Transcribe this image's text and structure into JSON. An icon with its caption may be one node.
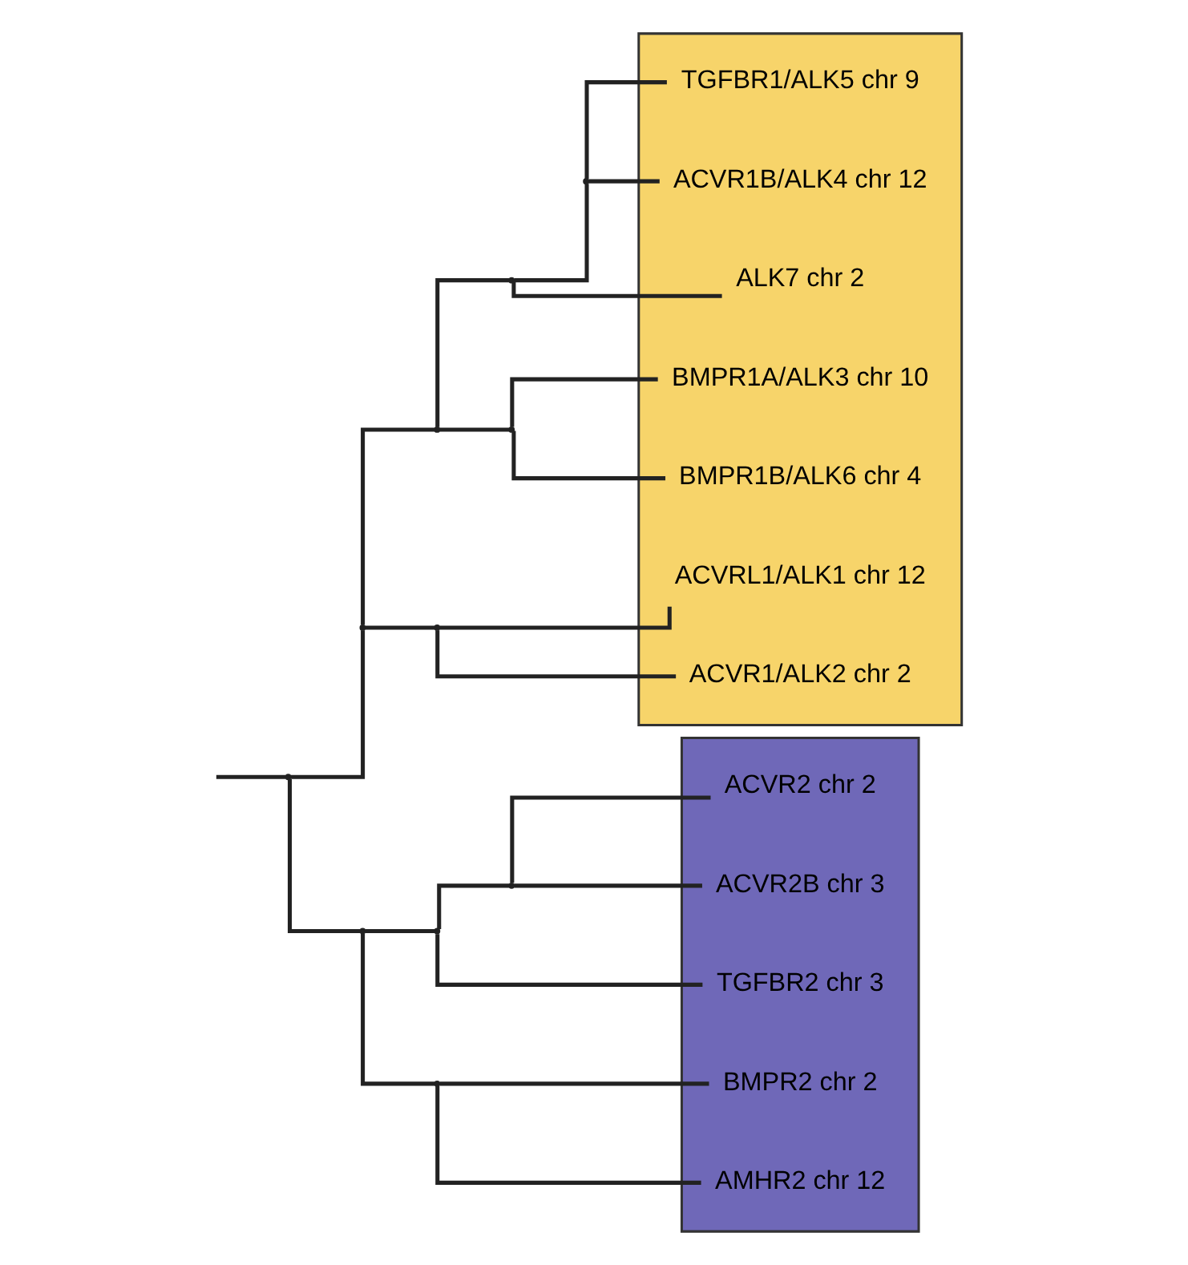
{
  "diagram": {
    "nodes": [
      {
        "text": [],
        "shape": "point"
      },
      {
        "text": [],
        "shape": "point"
      },
      {
        "text": [],
        "shape": "point"
      },
      {
        "text": [],
        "shape": "point"
      },
      {
        "text": [],
        "shape": "point"
      },
      {
        "text": [],
        "shape": "point"
      },
      {
        "text": [],
        "shape": "point"
      },
      {
        "text": [],
        "shape": "point"
      },
      {
        "text": [],
        "shape": "point"
      },
      {
        "text": [],
        "shape": "point"
      },
      {
        "text": [],
        "shape": "point"
      },
      {
        "text": [],
        "shape": "box"
      },
      {
        "text": [
          "TGFBR1/ALK5 chr 9"
        ],
        "in": 11
      },
      {
        "text": [
          "ACVR1B/ALK4 chr 12"
        ],
        "in": 11
      },
      {
        "text": [
          "ALK7 chr 2"
        ],
        "in": 11
      },
      {
        "text": [
          "BMPR1A/ALK3 chr 10"
        ],
        "in": 11
      },
      {
        "text": [
          "BMPR1B/ALK6 chr 4"
        ],
        "in": 11
      },
      {
        "text": [
          "ACVRL1/ALK1 chr 12"
        ],
        "in": 11
      },
      {
        "text": [
          "ACVR1/ALK2 chr 2"
        ],
        "in": 11
      },
      {
        "text": [],
        "shape": "box"
      },
      {
        "text": [
          "ACVR2 chr 2"
        ],
        "in": 19
      },
      {
        "text": [
          "ACVR2B chr 3"
        ],
        "in": 19
      },
      {
        "text": [
          "TGFBR2 chr 3"
        ],
        "in": 19
      },
      {
        "text": [
          "BMPR2 chr 2"
        ],
        "in": 19
      },
      {
        "text": [
          "AMHR2 chr 12"
        ],
        "in": 19
      }
    ],
    "edges": [
      {
        "from": null,
        "to": 0,
        "arrow": "none"
      },
      {
        "from": 0,
        "to": 1,
        "arrow": "none"
      },
      {
        "from": 1,
        "to": 2,
        "arrow": "none"
      },
      {
        "from": 2,
        "to": 3,
        "arrow": "none"
      },
      {
        "from": 3,
        "to": 4,
        "arrow": "none"
      },
      {
        "from": 4,
        "to": 12,
        "arrow": "none"
      },
      {
        "from": 4,
        "to": 13,
        "arrow": "none"
      },
      {
        "from": 3,
        "to": 14,
        "arrow": "none"
      },
      {
        "from": 2,
        "to": 5,
        "arrow": "none"
      },
      {
        "from": 5,
        "to": 15,
        "arrow": "none"
      },
      {
        "from": 5,
        "to": 16,
        "arrow": "none"
      },
      {
        "from": 1,
        "to": 6,
        "arrow": "none"
      },
      {
        "from": 6,
        "to": 17,
        "arrow": "none"
      },
      {
        "from": 6,
        "to": 18,
        "arrow": "none"
      },
      {
        "from": 0,
        "to": 7,
        "arrow": "none"
      },
      {
        "from": 7,
        "to": 8,
        "arrow": "none"
      },
      {
        "from": 8,
        "to": 9,
        "arrow": "none"
      },
      {
        "from": 9,
        "to": 20,
        "arrow": "none"
      },
      {
        "from": 9,
        "to": 21,
        "arrow": "none"
      },
      {
        "from": 8,
        "to": 22,
        "arrow": "none"
      },
      {
        "from": 7,
        "to": 10,
        "arrow": "none"
      },
      {
        "from": 10,
        "to": 23,
        "arrow": "none"
      },
      {
        "from": 10,
        "to": 24,
        "arrow": "none"
      }
    ]
  }
}
